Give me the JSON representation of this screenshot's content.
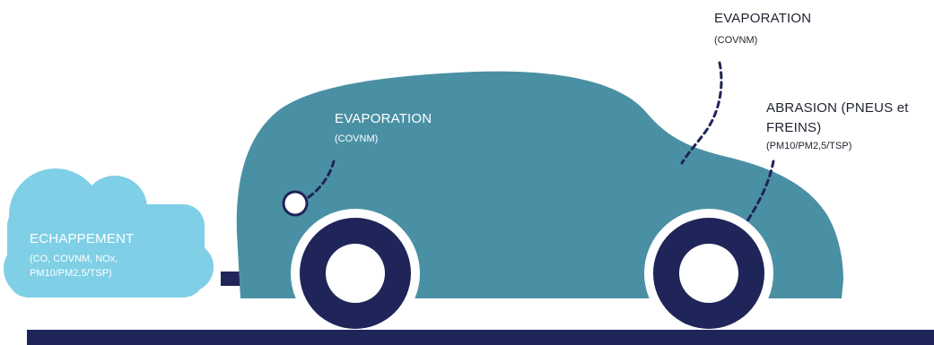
{
  "colors": {
    "car_body": "#4a90a4",
    "wheel": "#1f2459",
    "ground": "#1f2459",
    "cloud": "#7fcfe6",
    "dashes": "#1f2459"
  },
  "labels": {
    "evaporation_top": {
      "title": "EVAPORATION",
      "subtitle": "(COVNM)"
    },
    "evaporation_tank": {
      "title": "EVAPORATION",
      "subtitle": "(COVNM)"
    },
    "abrasion": {
      "title": "ABRASION (PNEUS et FREINS)",
      "subtitle": "(PM10/PM2,5/TSP)"
    },
    "exhaust": {
      "title": "ECHAPPEMENT",
      "subtitle": "(CO, COVNM, NOx, PM10/PM2,5/TSP)"
    }
  }
}
